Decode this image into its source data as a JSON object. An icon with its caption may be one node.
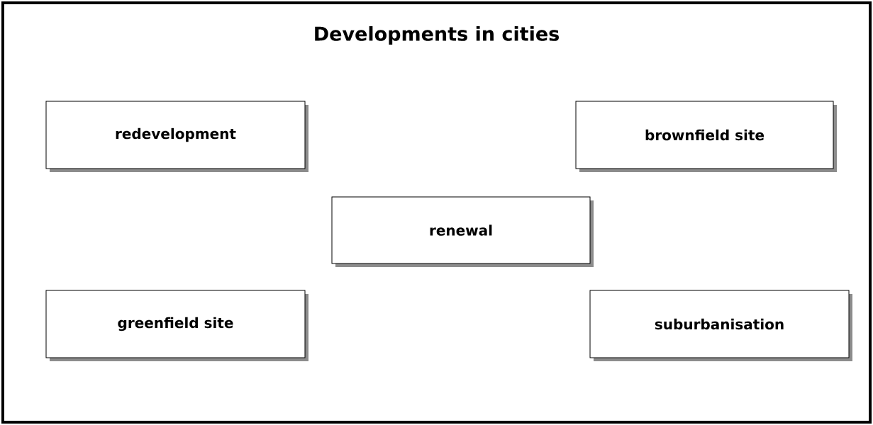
{
  "diagram": {
    "title": "Developments in cities",
    "nodes": [
      {
        "text": [
          "redevelopment"
        ]
      },
      {
        "text": [
          "brownfield site"
        ]
      },
      {
        "text": [
          "renewal"
        ]
      },
      {
        "text": [
          "greenfield site"
        ]
      },
      {
        "text": [
          "suburbanisation"
        ]
      }
    ]
  }
}
